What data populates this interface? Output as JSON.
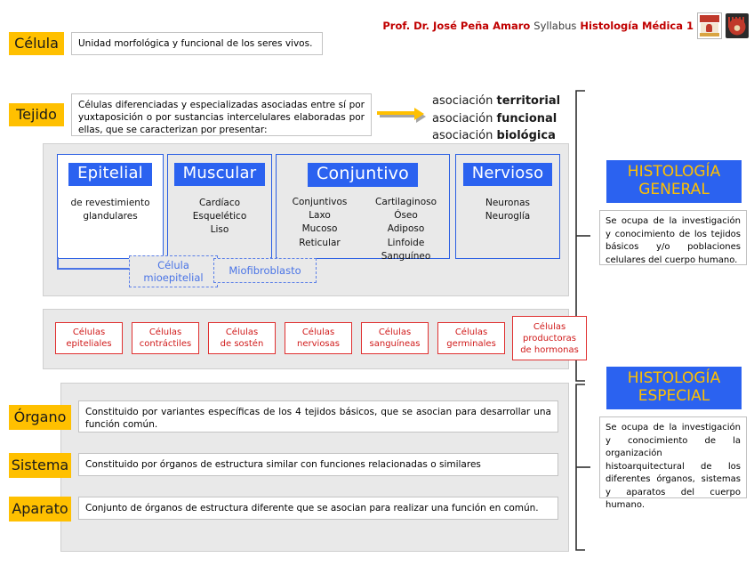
{
  "header": {
    "author": "Prof. Dr. José Peña Amaro",
    "middle": "Syllabus",
    "course": "Histología Médica 1",
    "logo_left": "unam-shield-logo",
    "logo_right": "medicine-faculty-logo"
  },
  "levels": {
    "celula": {
      "label": "Célula",
      "definition": "Unidad morfológica y funcional de los seres vivos."
    },
    "tejido": {
      "label": "Tejido",
      "definition": "Células diferenciadas y especializadas asociadas entre sí por yuxtaposición o por sustancias intercelulares elaboradas por ellas, que se caracterizan por presentar:"
    },
    "organo": {
      "label": "Órgano",
      "definition": "Constituido por variantes  específicas de los 4 tejidos básicos, que se asocian para desarrollar una función común."
    },
    "sistema": {
      "label": "Sistema",
      "definition": "Constituido por órganos de estructura  similar con  funciones relacionadas o  similares"
    },
    "aparato": {
      "label": "Aparato",
      "definition": "Conjunto de órganos de estructura diferente que se asocian para realizar una función en común."
    }
  },
  "asociaciones": [
    {
      "prefix": "asociación ",
      "strong": "territorial"
    },
    {
      "prefix": "asociación ",
      "strong": "funcional"
    },
    {
      "prefix": "asociación ",
      "strong": "biológica"
    }
  ],
  "tejidos": [
    {
      "title": "Epitelial",
      "col1": [
        "de revestimiento",
        "glandulares"
      ],
      "col2": []
    },
    {
      "title": "Muscular",
      "col1": [
        "Cardíaco",
        "Esquelético",
        "Liso"
      ],
      "col2": []
    },
    {
      "title": "Conjuntivo",
      "col1": [
        "Conjuntivos",
        "Laxo",
        "Mucoso",
        "Reticular"
      ],
      "col2": [
        "Cartilaginoso",
        "Óseo",
        "Adiposo",
        "Linfoide",
        "Sanguíneo"
      ]
    },
    {
      "title": "Nervioso",
      "col1": [
        "Neuronas",
        "Neuroglía"
      ],
      "col2": []
    }
  ],
  "dashed_boxes": [
    {
      "line1": "Célula",
      "line2": "mioepitelial"
    },
    {
      "line1": "Miofibroblasto",
      "line2": ""
    }
  ],
  "celulas": [
    {
      "line1": "Células",
      "line2": "epiteliales",
      "line3": ""
    },
    {
      "line1": "Células",
      "line2": "contráctiles",
      "line3": ""
    },
    {
      "line1": "Células",
      "line2": "de sostén",
      "line3": ""
    },
    {
      "line1": "Células",
      "line2": "nerviosas",
      "line3": ""
    },
    {
      "line1": "Células",
      "line2": "sanguíneas",
      "line3": ""
    },
    {
      "line1": "Células",
      "line2": "germinales",
      "line3": ""
    },
    {
      "line1": "Células",
      "line2": "productoras",
      "line3": "de hormonas"
    }
  ],
  "histologia": {
    "general": {
      "title_line1": "HISTOLOGÍA",
      "title_line2": "GENERAL",
      "body": "Se ocupa de la investigación y conocimiento de los tejidos básicos y/o poblaciones celulares del cuerpo humano."
    },
    "especial": {
      "title_line1": "HISTOLOGÍA",
      "title_line2": "ESPECIAL",
      "body": "Se ocupa de la investigación y conocimiento de la organización histoarquitectural de los diferentes órganos, sistemas y aparatos del cuerpo humano."
    }
  },
  "colors": {
    "yellow": "#ffc000",
    "blue": "#2b62f0",
    "red": "#e03030",
    "gray_panel": "#e9e9e9",
    "header_red": "#c00000"
  },
  "icons": {
    "arrow": "right-arrow-icon",
    "bracket_upper": "upper-brace-icon",
    "bracket_lower": "lower-brace-icon"
  }
}
